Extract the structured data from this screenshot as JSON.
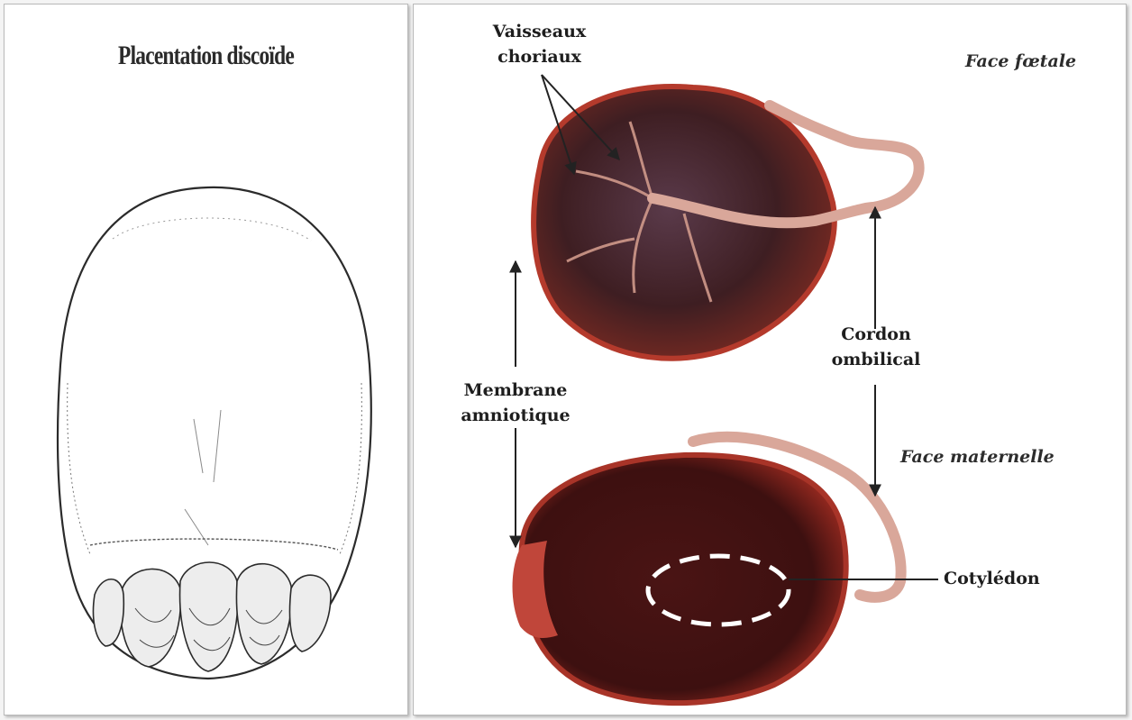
{
  "left_panel": {
    "title": "Placentation discoïde"
  },
  "right_panel": {
    "labels": {
      "vaisseaux_line1": "Vaisseaux",
      "vaisseaux_line2": "choriaux",
      "face_foetale": "Face fœtale",
      "cordon_line1": "Cordon",
      "cordon_line2": "ombilical",
      "membrane_line1": "Membrane",
      "membrane_line2": "amniotique",
      "face_maternelle": "Face maternelle",
      "cotyledon": "Cotylédon"
    }
  },
  "colors": {
    "placenta_dark": "#4a1414",
    "placenta_rim": "#b43a2c",
    "cord": "#d9a79a",
    "sketch_line": "#2b2b2b",
    "cotyledon_marker": "#ffffff"
  }
}
